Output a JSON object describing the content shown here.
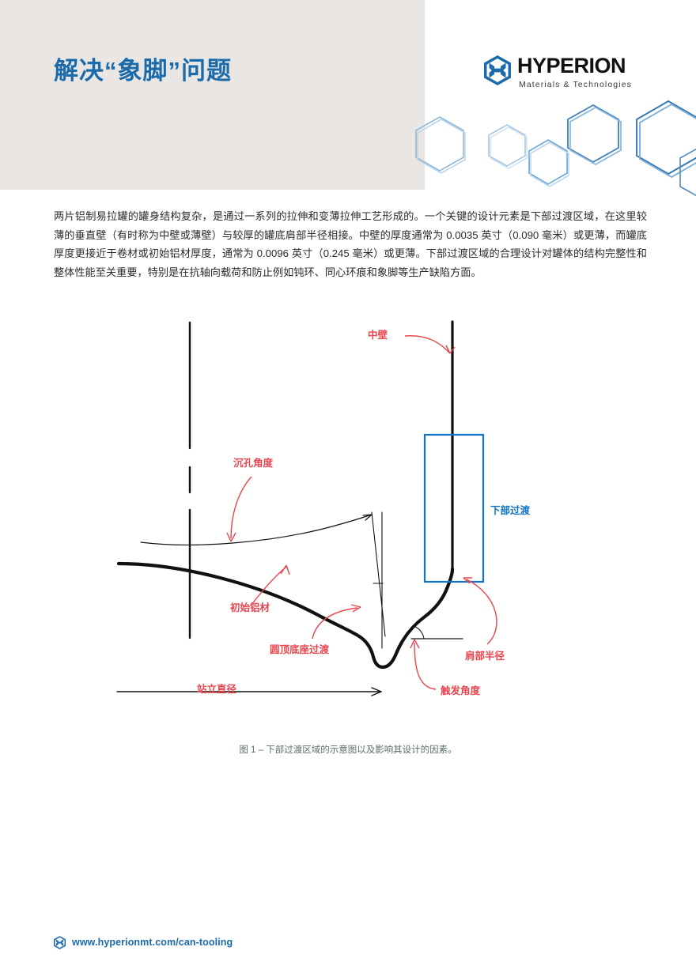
{
  "header": {
    "title": "解决“象脚”问题",
    "logo": {
      "mark_icon": "hyperion-hexagon-h-icon",
      "wordmark": "HYPERION",
      "tagline": "Materials & Technologies"
    },
    "decoration_icon": "hexagon-pattern-icon",
    "panel_color": "#eae6e4",
    "title_color": "#1b6bab"
  },
  "body": {
    "paragraph": "两片铝制易拉罐的罐身结构复杂，是通过一系列的拉伸和变薄拉伸工艺形成的。一个关键的设计元素是下部过渡区域，在这里较薄的垂直壁（有时称为中壁或薄壁）与较厚的罐底肩部半径相接。中壁的厚度通常为 0.0035 英寸（0.090 毫米）或更薄，而罐底厚度更接近于卷材或初始铝材厚度，通常为 0.0096 英寸（0.245 毫米）或更薄。下部过渡区域的合理设计对罐体的结构完整性和整体性能至关重要，特别是在抗轴向载荷和防止例如钝环、同心环痕和象脚等生产缺陷方面。"
  },
  "figure": {
    "caption": "图 1 – 下部过渡区域的示意图以及影响其设计的因素。",
    "caption_color": "#5b6f67",
    "annotation_red": "#e8454f",
    "annotation_blue": "#1272c4",
    "labels": [
      {
        "id": "middle-wall",
        "text": "中壁",
        "color": "red"
      },
      {
        "id": "countersink-angle",
        "text": "沉孔角度",
        "color": "red"
      },
      {
        "id": "lower-transition",
        "text": "下部过渡",
        "color": "blue"
      },
      {
        "id": "initial-aluminum",
        "text": "初始铝材",
        "color": "red"
      },
      {
        "id": "dome-base-transition",
        "text": "圆顶底座过渡",
        "color": "red"
      },
      {
        "id": "shoulder-radius",
        "text": "肩部半径",
        "color": "red"
      },
      {
        "id": "trigger-angle",
        "text": "触发角度",
        "color": "red"
      },
      {
        "id": "standing-diameter",
        "text": "站立直径",
        "color": "red"
      }
    ]
  },
  "footer": {
    "mark_icon": "hyperion-hexagon-h-icon",
    "url": "www.hyperionmt.com/can-tooling",
    "url_color": "#1b6bab"
  }
}
